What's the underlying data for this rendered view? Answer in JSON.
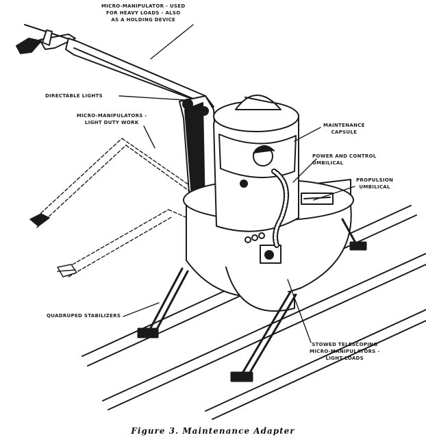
{
  "callouts": {
    "micro_manipulator_heavy": [
      "MICRO-MANIPULATOR - USED",
      "FOR HEAVY LOADS - ALSO",
      "AS A HOLDING DEVICE"
    ],
    "directable_lights": [
      "DIRECTABLE LIGHTS"
    ],
    "micro_manipulators_light_duty": [
      "MICRO-MANIPULATORS -",
      "LIGHT DUTY WORK"
    ],
    "maintenance_capsule": [
      "MAINTENANCE",
      "CAPSULE"
    ],
    "power_control_umbilical": [
      "POWER AND CONTROL",
      "UMBILICAL"
    ],
    "propulsion_umbilical": [
      "PROPULSION",
      "UMBILICAL"
    ],
    "quadruped_stabilizers": [
      "QUADRUPED STABILIZERS"
    ],
    "stowed_telescoping": [
      "STOWED TELESCOPING",
      "MICRO-MANIPULATORS -",
      "LIGHT LOADS"
    ]
  },
  "caption": "Figure 3.  Maintenance Adapter",
  "colors": {
    "ink": "#1a1a1a",
    "paper": "#ffffff"
  }
}
